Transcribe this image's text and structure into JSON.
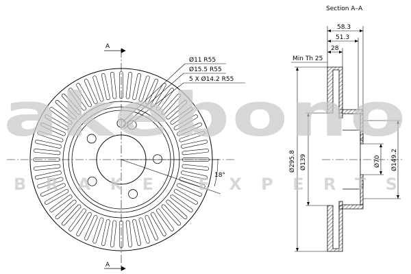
{
  "section_title": "Section A–A",
  "section_marker_top": "A",
  "section_marker_bottom": "A",
  "callouts": {
    "hole_small": "Ø11 R55",
    "hole_center": "Ø15.5 R55",
    "bolt_pattern": "5 X Ø14.2 R55",
    "angle": "18°"
  },
  "dimensions": {
    "total_height": "58.3",
    "hat_height": "51.3",
    "thickness": "28",
    "min_thickness": "Min Th 25",
    "outer_diameter": "Ø295.8",
    "hat_diameter": "Ø139",
    "center_bore": "Ø70",
    "pcd": "Ø149.2"
  },
  "watermark": {
    "logo_text": "akebono",
    "tagline": "BRAKE EXPERTS"
  },
  "colors": {
    "line": "#000000",
    "hatch": "#000000",
    "watermark": "#c8c8c8"
  }
}
